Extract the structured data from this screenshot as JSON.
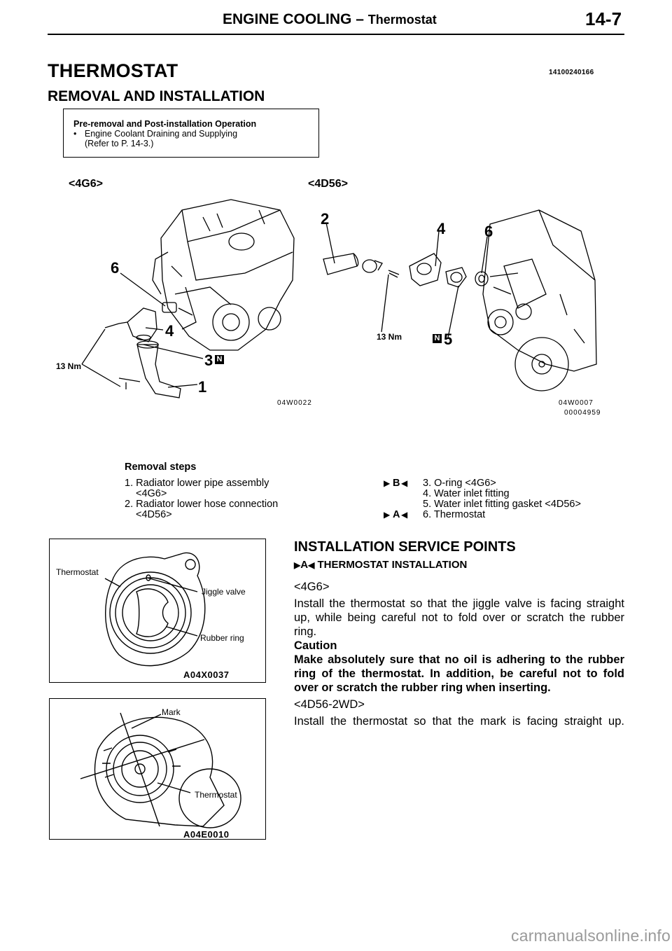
{
  "header": {
    "section": "ENGINE COOLING",
    "dash": "–",
    "subsection": "Thermostat",
    "page_number": "14-7"
  },
  "title": "THERMOSTAT",
  "doc_number": "14100240166",
  "subtitle": "REMOVAL AND INSTALLATION",
  "pre_removal": {
    "title": "Pre-removal and Post-installation Operation",
    "bullet": "•",
    "item_line1": "Engine Coolant Draining and Supplying",
    "item_line2": "(Refer to P. 14-3.)"
  },
  "figure_main": {
    "left_label": "<4G6>",
    "right_label": "<4D56>",
    "left_callouts": [
      "6",
      "4",
      "3",
      "1"
    ],
    "right_callouts": [
      "2",
      "4",
      "6",
      "5"
    ],
    "new_part_mark": "N",
    "left_torque": "13 Nm",
    "right_torque": "13 Nm",
    "left_code": "04W0022",
    "right_code": "04W0007",
    "sheet_code": "00004959"
  },
  "removal_steps": {
    "heading": "Removal steps",
    "left": [
      {
        "line1": "1. Radiator lower pipe assembly",
        "line2": "<4G6>"
      },
      {
        "line1": "2. Radiator lower hose connection",
        "line2": "<4D56>"
      }
    ],
    "right": [
      {
        "mark": "B",
        "text": "3. O-ring <4G6>"
      },
      {
        "mark": "",
        "text": "4. Water inlet fitting"
      },
      {
        "mark": "",
        "text": "5. Water inlet fitting gasket <4D56>"
      },
      {
        "mark": "A",
        "text": "6. Thermostat"
      }
    ]
  },
  "fig1": {
    "label_thermostat": "Thermostat",
    "label_jiggle": "Jiggle valve",
    "label_rubber": "Rubber ring",
    "code": "A04X0037"
  },
  "fig2": {
    "label_mark": "Mark",
    "label_thermostat": "Thermostat",
    "code": "A04E0010"
  },
  "service": {
    "title": "INSTALLATION SERVICE POINTS",
    "point_mark": "A",
    "point_title": "THERMOSTAT INSTALLATION",
    "variant1": "<4G6>",
    "para1_l1": "Install the thermostat so that the jiggle valve is facing straight",
    "para1_l2": "up, while being careful not to fold over or scratch the rubber",
    "para1_l3": "ring.",
    "caution_title": "Caution",
    "caution_l1": "Make absolutely sure that no oil is adhering to the rubber",
    "caution_l2": "ring of the thermostat. In addition, be careful not to fold",
    "caution_l3": "over or scratch the rubber ring when inserting.",
    "variant2": "<4D56-2WD>",
    "para2": "Install the thermostat so that the mark is facing straight up."
  },
  "watermark": "carmanualsonline.info"
}
